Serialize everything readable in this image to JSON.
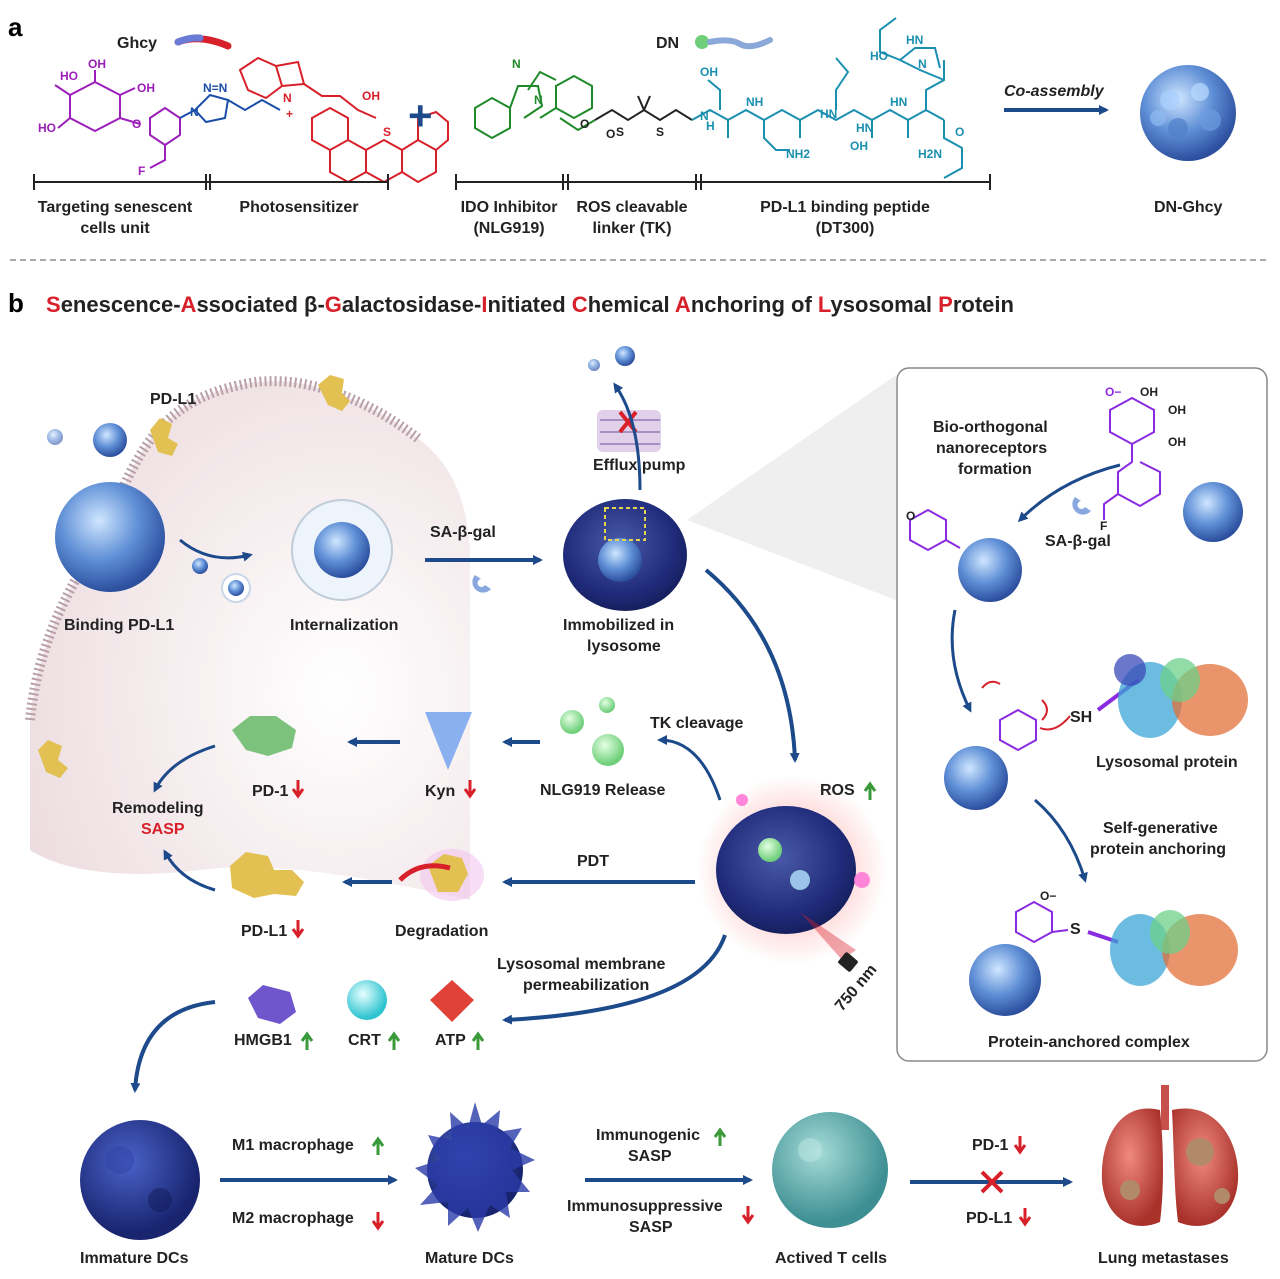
{
  "panel_a": {
    "letter": "a",
    "ghcy_name": "Ghcy",
    "dn_name": "DN",
    "co_assembly": "Co-assembly",
    "product": "DN-Ghcy",
    "seg1_l1": "Targeting senescent",
    "seg1_l2": "cells unit",
    "seg2": "Photosensitizer",
    "seg3_l1": "IDO Inhibitor",
    "seg3_l2": "(NLG919)",
    "seg4_l1": "ROS cleavable",
    "seg4_l2": "linker (TK)",
    "seg5_l1": "PD-L1 binding peptide",
    "seg5_l2": "(DT300)",
    "atoms": {
      "oh": "OH",
      "ho": "HO",
      "f": "F",
      "o": "O",
      "s": "S",
      "n": "N",
      "nh": "NH",
      "hn": "HN",
      "h": "H",
      "nh2": "NH2",
      "h2n": "H2N",
      "plus": "+",
      "n3": "N=N"
    }
  },
  "panel_b": {
    "letter": "b",
    "title_parts": [
      {
        "c": "S",
        "r": true
      },
      {
        "c": "enescence-",
        "r": false
      },
      {
        "c": "A",
        "r": true
      },
      {
        "c": "ssociated β-",
        "r": false
      },
      {
        "c": "G",
        "r": true
      },
      {
        "c": "alactosidase-",
        "r": false
      },
      {
        "c": "I",
        "r": true
      },
      {
        "c": "nitiated ",
        "r": false
      },
      {
        "c": "C",
        "r": true
      },
      {
        "c": "hemical ",
        "r": false
      },
      {
        "c": "A",
        "r": true
      },
      {
        "c": "nchoring of ",
        "r": false
      },
      {
        "c": "L",
        "r": true
      },
      {
        "c": "ysosomal ",
        "r": false
      },
      {
        "c": "P",
        "r": true
      },
      {
        "c": "rotein",
        "r": false
      }
    ],
    "pdl1_top": "PD-L1",
    "binding": "Binding PD-L1",
    "internalization": "Internalization",
    "sagal": "SA-β-gal",
    "immob_l1": "Immobilized in",
    "immob_l2": "lysosome",
    "efflux": "Efflux pump",
    "tk": "TK cleavage",
    "nlg_release": "NLG919 Release",
    "kyn": "Kyn",
    "pd1": "PD-1",
    "remodel": "Remodeling",
    "sasp": "SASP",
    "ros": "ROS",
    "pdt": "PDT",
    "degradation": "Degradation",
    "pdl1_low": "PD-L1",
    "lmp_l1": "Lysosomal membrane",
    "lmp_l2": "permeabilization",
    "nm": "750 nm",
    "hmgb1": "HMGB1",
    "crt": "CRT",
    "atp": "ATP",
    "box_bio_l1": "Bio-orthogonal",
    "box_bio_l2": "nanoreceptors",
    "box_bio_l3": "formation",
    "box_sagal": "SA-β-gal",
    "box_sh": "SH",
    "box_lyso": "Lysosomal protein",
    "box_self_l1": "Self-generative",
    "box_self_l2": "protein anchoring",
    "box_complex": "Protein-anchored complex",
    "box_s": "S",
    "box_ominus": "O−",
    "m1": "M1 macrophage",
    "m2": "M2 macrophage",
    "immature": "Immature DCs",
    "mature": "Mature DCs",
    "immuno_l1": "Immunogenic",
    "immuno_l2": "SASP",
    "suppress_l1": "Immunosuppressive",
    "suppress_l2": "SASP",
    "tcells": "Actived T cells",
    "pd1_bottom": "PD-1",
    "pdl1_bottom": "PD-L1",
    "lung": "Lung metastases"
  },
  "colors": {
    "magenta": "#9b1fb8",
    "red": "#d8202a",
    "green": "#2a8f2a",
    "teal": "#1a8fb0",
    "navy": "#1d4a8a",
    "up": "#3a9a3a",
    "down": "#d8202a",
    "purple": "#8a2be2"
  }
}
